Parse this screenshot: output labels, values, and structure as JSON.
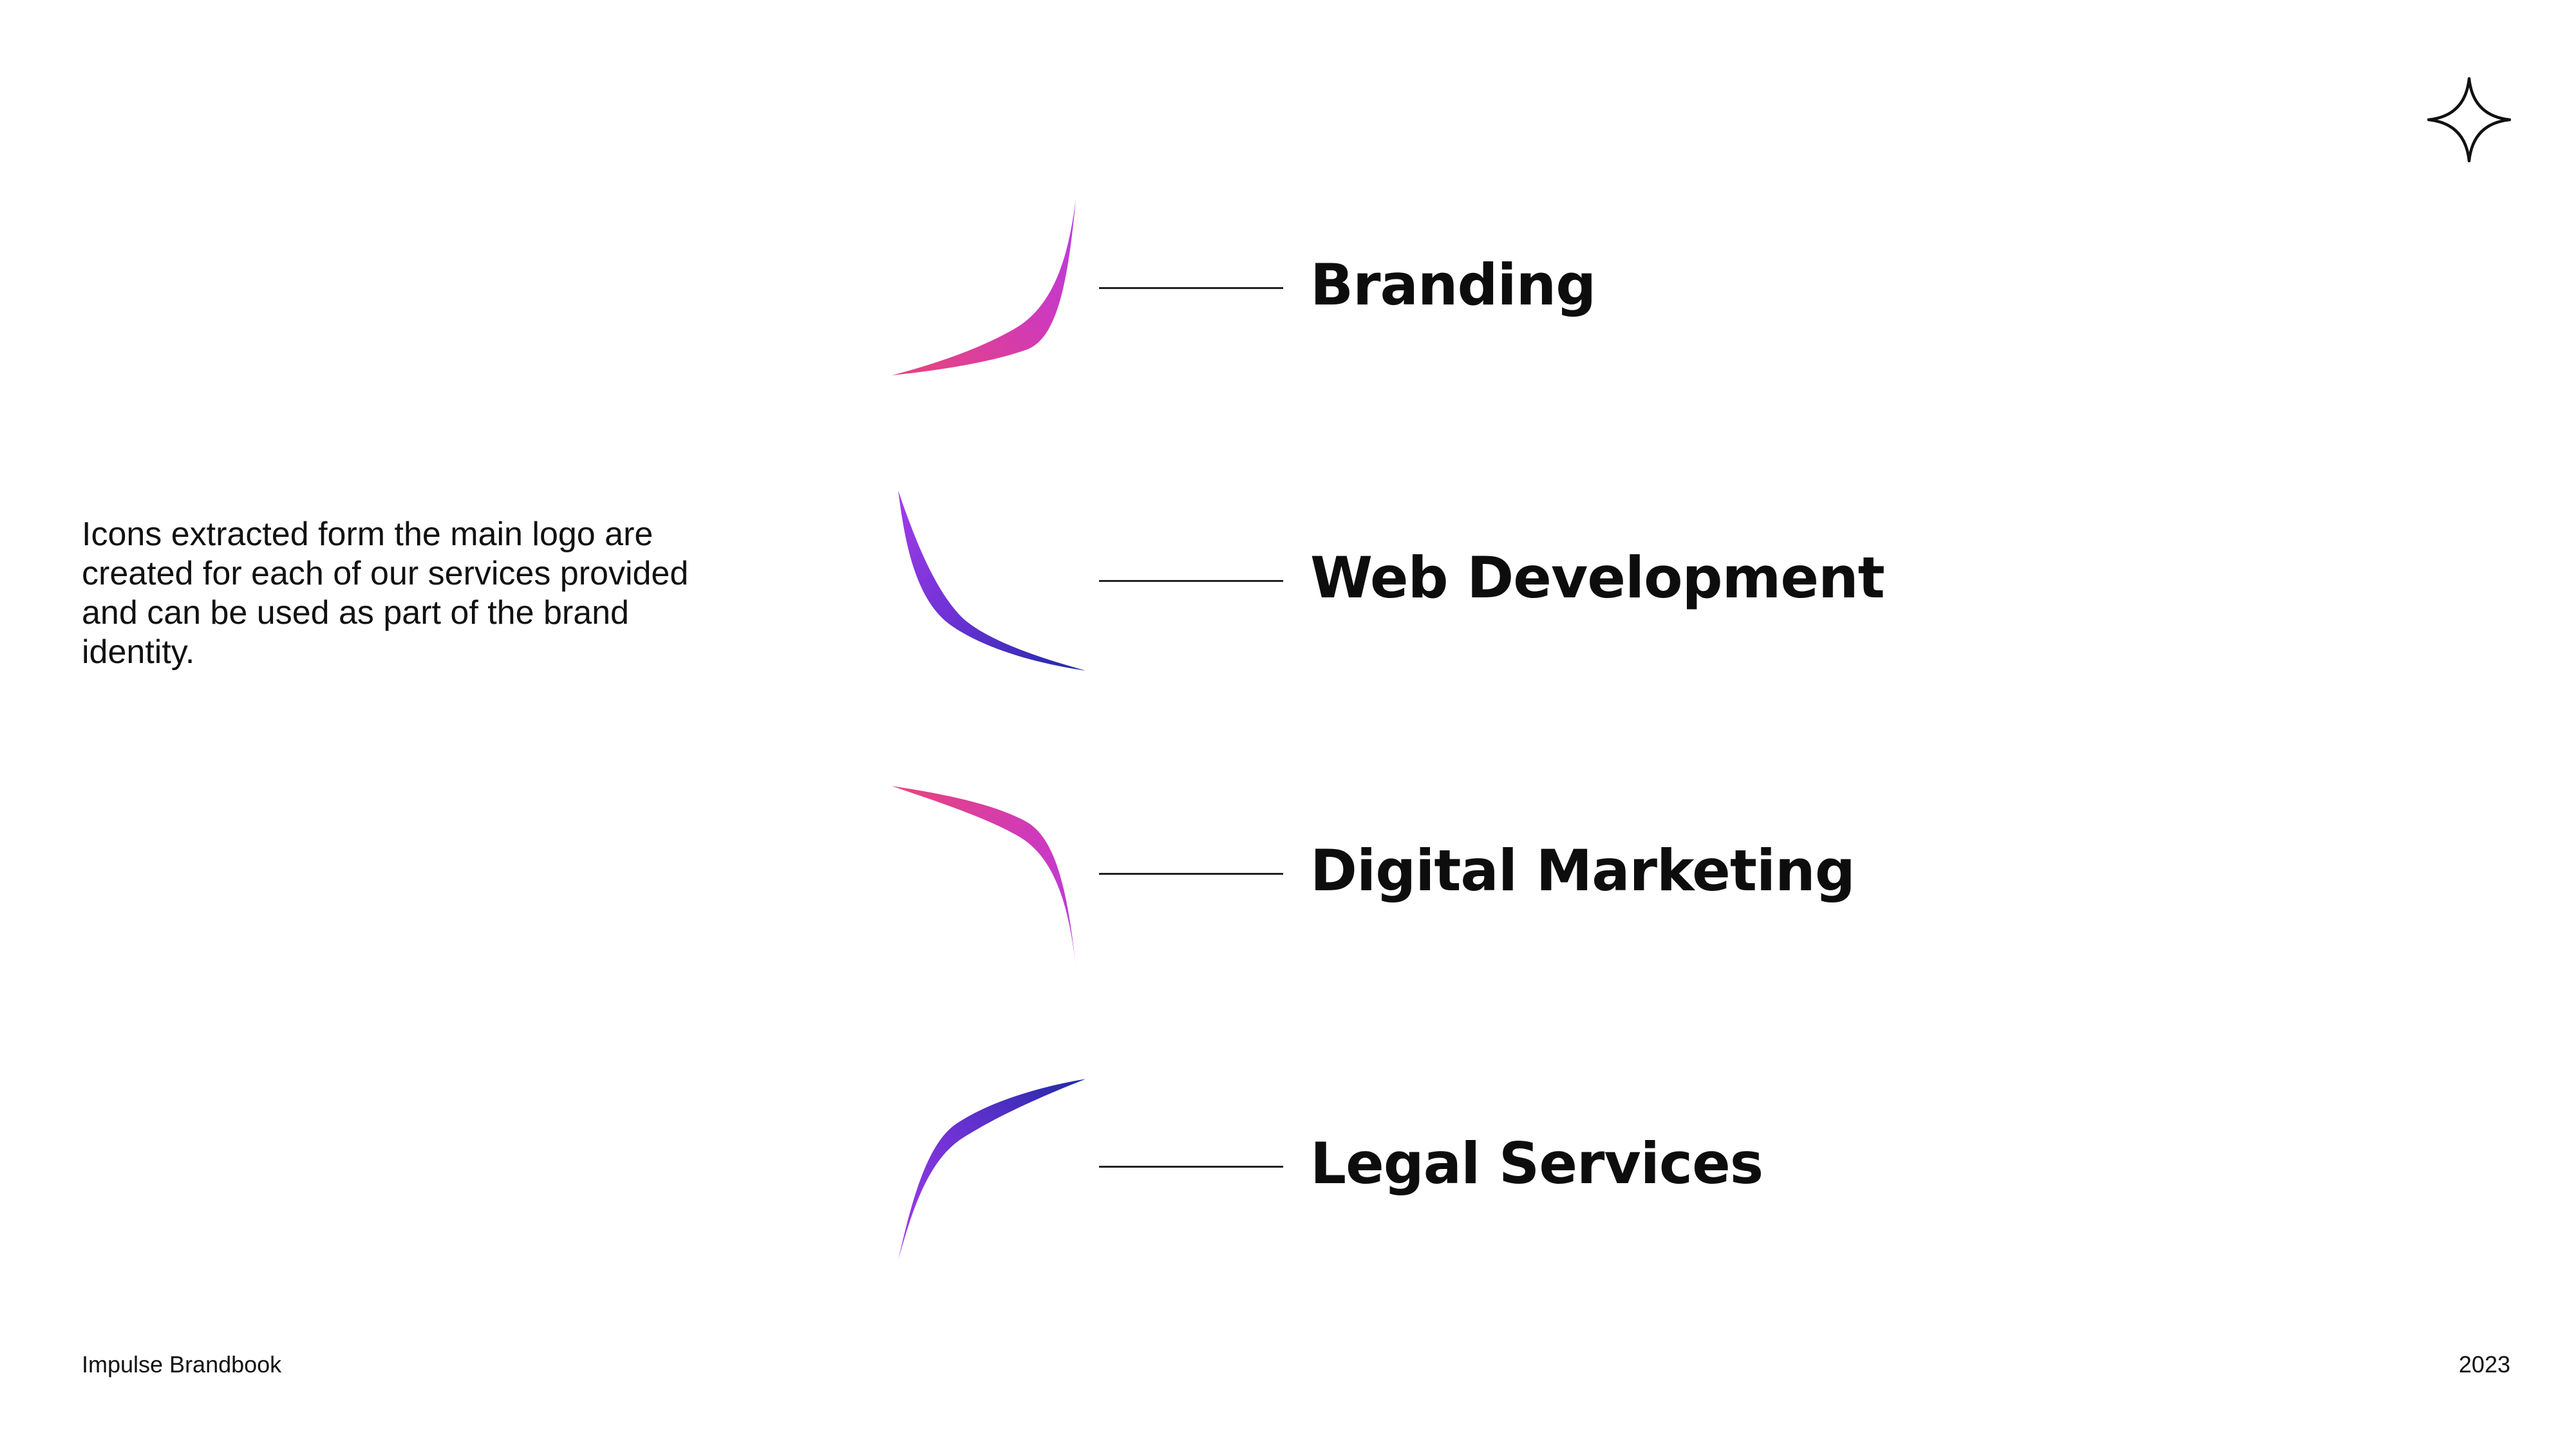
{
  "intro": {
    "text": "Icons extracted form the main logo are created for each of our services provided and can be used as part of the brand identity."
  },
  "services": [
    {
      "label": "Branding",
      "icon": "branding-swoosh-icon"
    },
    {
      "label": "Web Development",
      "icon": "web-development-swoosh-icon"
    },
    {
      "label": "Digital Marketing",
      "icon": "digital-marketing-swoosh-icon"
    },
    {
      "label": "Legal Services",
      "icon": "legal-services-swoosh-icon"
    }
  ],
  "footer": {
    "left": "Impulse Brandbook",
    "right": "2023"
  },
  "colors": {
    "pink": "#e8457a",
    "magenta": "#c93ccf",
    "violet": "#9b3ae8",
    "blue": "#1f2aa8",
    "text": "#0d0d0d"
  },
  "icons": {
    "corner": "four-point-star-icon"
  }
}
